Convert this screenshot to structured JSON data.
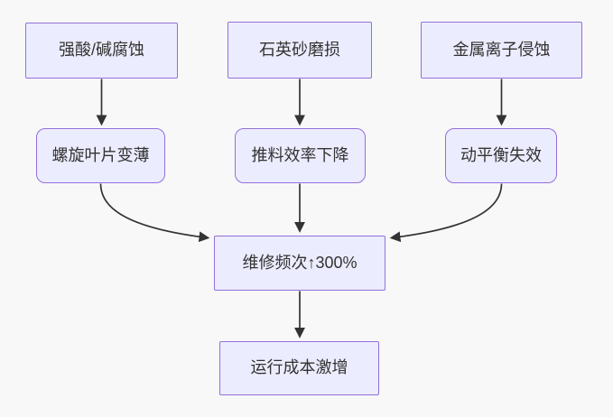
{
  "diagram": {
    "type": "flowchart",
    "direction": "top-down",
    "nodes": [
      {
        "id": "acid",
        "label": "强酸/碱腐蚀",
        "shape": "rect"
      },
      {
        "id": "quartz",
        "label": "石英砂磨损",
        "shape": "rect"
      },
      {
        "id": "metal",
        "label": "金属离子侵蚀",
        "shape": "rect"
      },
      {
        "id": "blade",
        "label": "螺旋叶片变薄",
        "shape": "rounded"
      },
      {
        "id": "push",
        "label": "推料效率下降",
        "shape": "rounded"
      },
      {
        "id": "balance",
        "label": "动平衡失效",
        "shape": "rounded"
      },
      {
        "id": "maintenance",
        "label": "维修频次↑300%",
        "shape": "rect"
      },
      {
        "id": "cost",
        "label": "运行成本激增",
        "shape": "rect"
      }
    ],
    "edges": [
      {
        "from": "acid",
        "to": "blade"
      },
      {
        "from": "quartz",
        "to": "push"
      },
      {
        "from": "metal",
        "to": "balance"
      },
      {
        "from": "blade",
        "to": "maintenance"
      },
      {
        "from": "push",
        "to": "maintenance"
      },
      {
        "from": "balance",
        "to": "maintenance"
      },
      {
        "from": "maintenance",
        "to": "cost"
      }
    ],
    "colors": {
      "background": "#f8f8f8",
      "node_fill": "#ECECFF",
      "node_border": "#9370DB",
      "edge": "#333333",
      "text": "#333333"
    }
  }
}
